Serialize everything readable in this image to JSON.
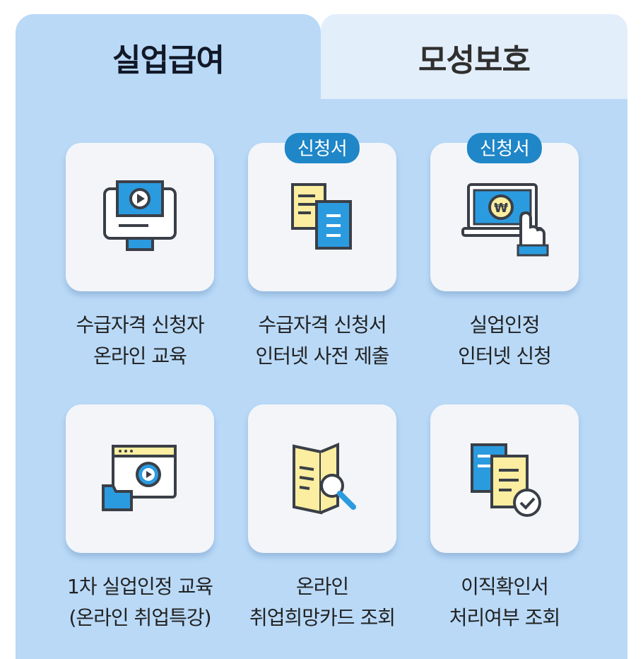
{
  "tabs": [
    {
      "label": "실업급여",
      "active": true
    },
    {
      "label": "모성보호",
      "active": false
    }
  ],
  "items": [
    {
      "icon": "monitor-play-icon",
      "badge": "",
      "line1": "수급자격 신청자",
      "line2": "온라인 교육"
    },
    {
      "icon": "documents-icon",
      "badge": "신청서",
      "line1": "수급자격 신청서",
      "line2": "인터넷 사전 제출"
    },
    {
      "icon": "laptop-touch-won-icon",
      "badge": "신청서",
      "line1": "실업인정",
      "line2": "인터넷 신청"
    },
    {
      "icon": "browser-video-folder-icon",
      "badge": "",
      "line1": "1차 실업인정 교육",
      "line2": "(온라인 취업특강)"
    },
    {
      "icon": "document-search-icon",
      "badge": "",
      "line1": "온라인",
      "line2": "취업희망카드 조회"
    },
    {
      "icon": "documents-check-icon",
      "badge": "",
      "line1": "이직확인서",
      "line2": "처리여부 조회"
    }
  ],
  "colors": {
    "panel": "#b9d9f7",
    "inactive_tab": "#e3eefb",
    "badge": "#1f86c8",
    "icon_blue": "#2b9be0",
    "icon_yellow": "#fbeea0",
    "icon_outline": "#3a3f47"
  }
}
